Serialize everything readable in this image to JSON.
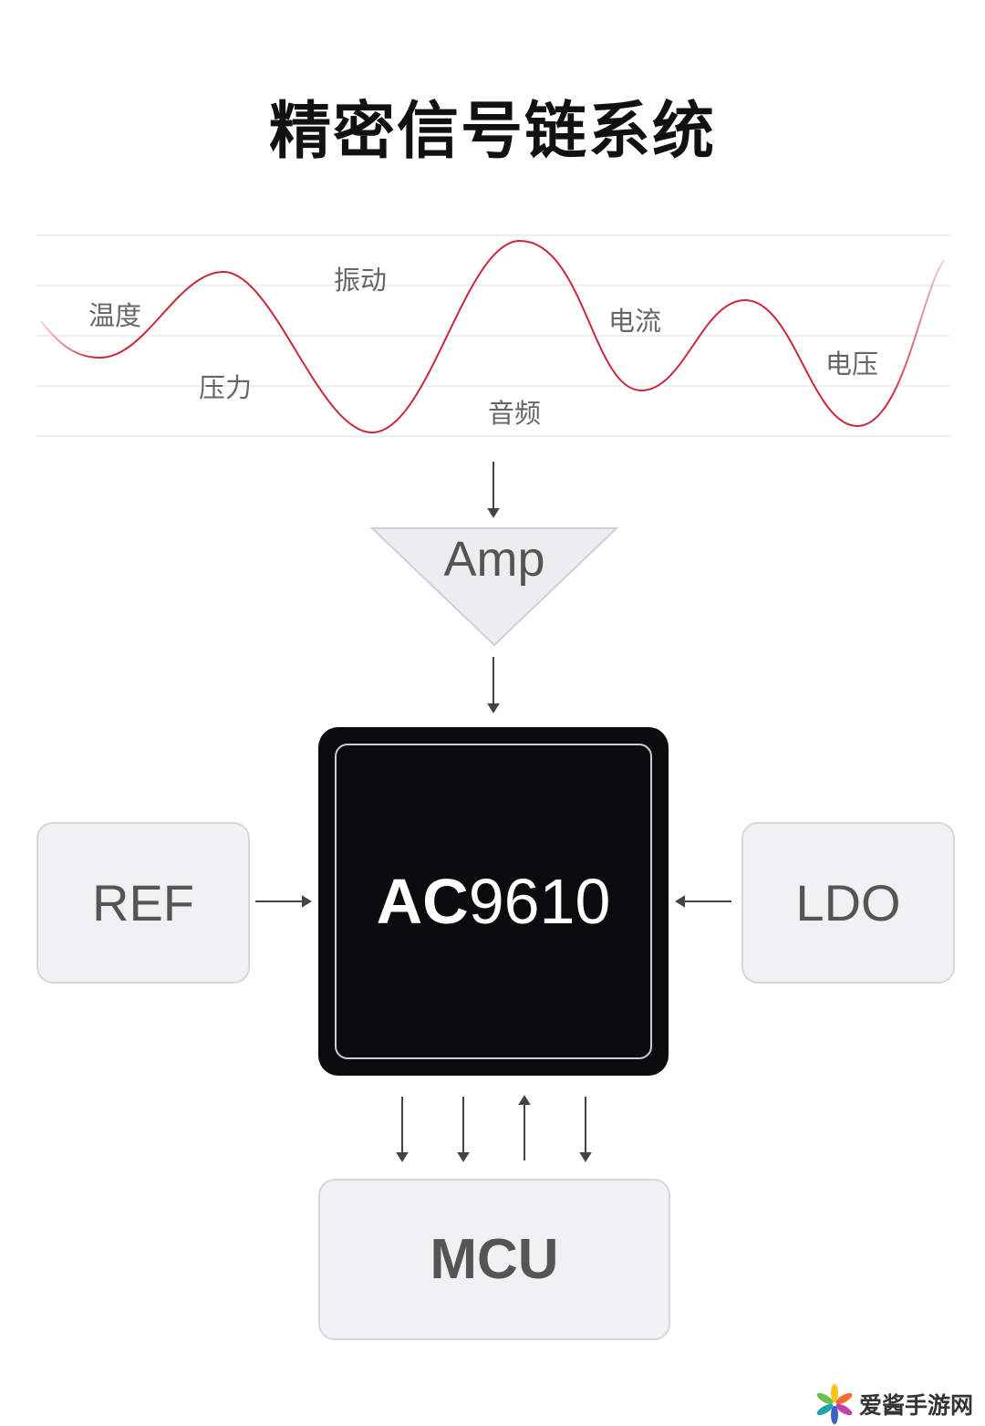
{
  "title": "精密信号链系统",
  "signals": [
    "温度",
    "压力",
    "振动",
    "音频",
    "电流",
    "电压"
  ],
  "amp_label": "Amp",
  "chip": {
    "prefix": "AC",
    "number": "9610"
  },
  "ref_label": "REF",
  "ldo_label": "LDO",
  "mcu_label": "MCU",
  "watermark": "爱酱手游网",
  "colors": {
    "wave": "#c8283a",
    "chip": "#0b0b0d",
    "box": "#f1f1f3"
  }
}
